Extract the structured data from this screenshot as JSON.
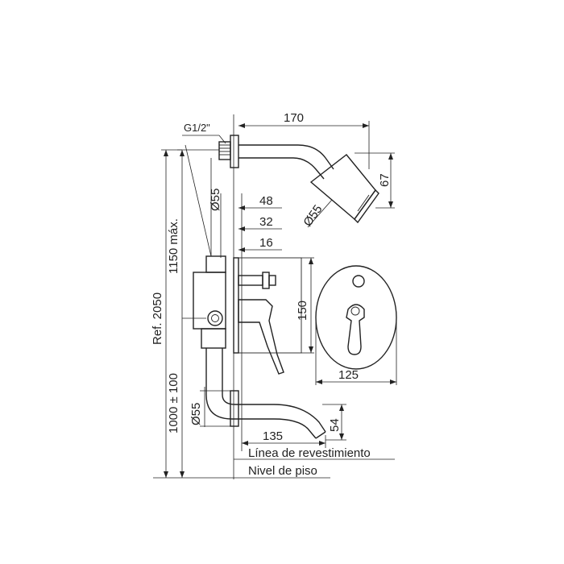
{
  "labels": {
    "thread": "G1/2\"",
    "arm_length": "170",
    "head_height": "67",
    "flange_dia_top": "Ø55",
    "head_dia": "Ø55",
    "depth_48": "48",
    "depth_32": "32",
    "depth_16": "16",
    "height_max": "1150 máx.",
    "ref_height": "Ref. 2050",
    "body_height": "150",
    "plate_width": "125",
    "spout_height": "1000 ± 100",
    "flange_dia_bottom": "Ø55",
    "spout_reach": "135",
    "spout_drop": "54",
    "wall_line": "Línea de revestimiento",
    "floor_line": "Nivel de piso"
  }
}
